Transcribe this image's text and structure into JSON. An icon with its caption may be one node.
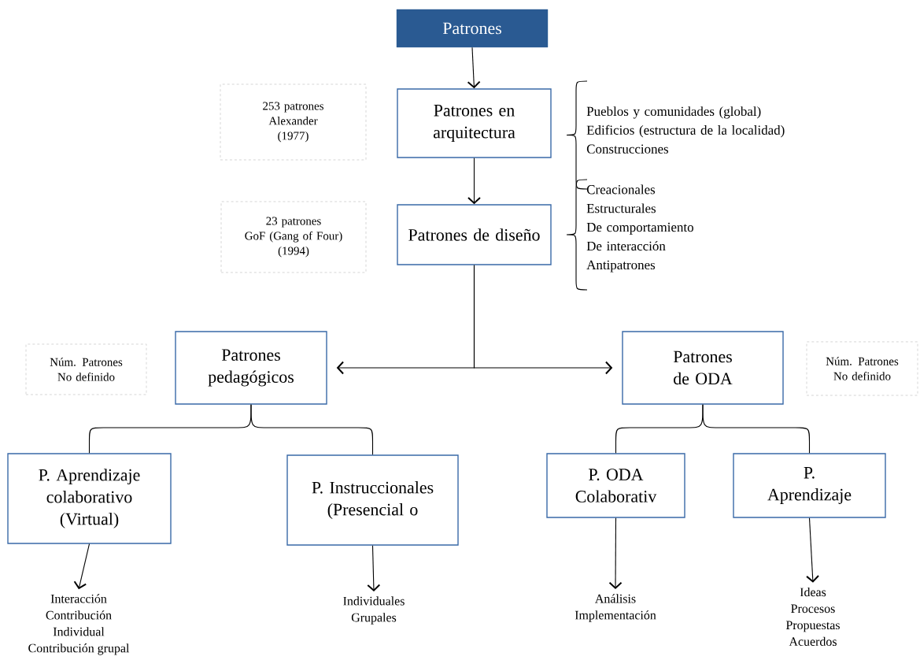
{
  "diagram": {
    "nodes": [
      {
        "text": [
          "Patrones"
        ]
      },
      {
        "text": [
          "Patrones en arquitectura"
        ],
        "beside": [
          "Pueblos y comunidades (global)",
          "Edificios (estructura de la localidad)",
          "Construcciones"
        ]
      },
      {
        "text": [
          "Patrones de diseño"
        ],
        "beside": [
          "Creacionales",
          "Estructurales",
          "De comportamiento",
          "De interacción",
          "Antipatrones"
        ]
      },
      {
        "text": [
          "Patrones pedagógicos"
        ]
      },
      {
        "text": [
          "Patrones de ODA"
        ]
      },
      {
        "text": [
          "P. Aprendizaje colaborativo (Virtual)"
        ]
      },
      {
        "text": [
          "P. Instruccionales (Presencial o"
        ]
      },
      {
        "text": [
          "P. ODA Colaborativ"
        ]
      },
      {
        "text": [
          "P. Aprendizaje"
        ]
      },
      {
        "text": [
          "253 patrones",
          "Alexander",
          "(1977)"
        ]
      },
      {
        "text": [
          "23 patrones",
          "GoF (Gang of Four)",
          "(1994)"
        ]
      },
      {
        "text": [
          "Núm. Patrones",
          "No definido"
        ]
      },
      {
        "text": [
          "Núm. Patrones",
          "No definido"
        ]
      },
      {
        "text": [
          "Interacción",
          "Contribución",
          "Individual",
          "Contribución grupal"
        ]
      },
      {
        "text": [
          "Individuales",
          "Grupales"
        ]
      },
      {
        "text": [
          "Análisis",
          "Implementación"
        ]
      },
      {
        "text": [
          "Ideas",
          "Procesos",
          "Propuestas",
          "Acuerdos"
        ]
      }
    ],
    "edges": [
      {
        "from": 0,
        "to": 1,
        "arrow": "to"
      },
      {
        "from": 1,
        "to": 2,
        "arrow": "to"
      },
      {
        "from": 2,
        "to": 3,
        "arrow": "to"
      },
      {
        "from": 2,
        "to": 4,
        "arrow": "to"
      },
      {
        "from": 3,
        "to": 5,
        "arrow": "none"
      },
      {
        "from": 3,
        "to": 6,
        "arrow": "none"
      },
      {
        "from": 4,
        "to": 7,
        "arrow": "none"
      },
      {
        "from": 4,
        "to": 8,
        "arrow": "none"
      },
      {
        "from": 5,
        "to": 13,
        "arrow": "to"
      },
      {
        "from": 6,
        "to": 14,
        "arrow": "to"
      },
      {
        "from": 7,
        "to": 15,
        "arrow": "to"
      },
      {
        "from": 8,
        "to": 16,
        "arrow": "to"
      }
    ]
  }
}
